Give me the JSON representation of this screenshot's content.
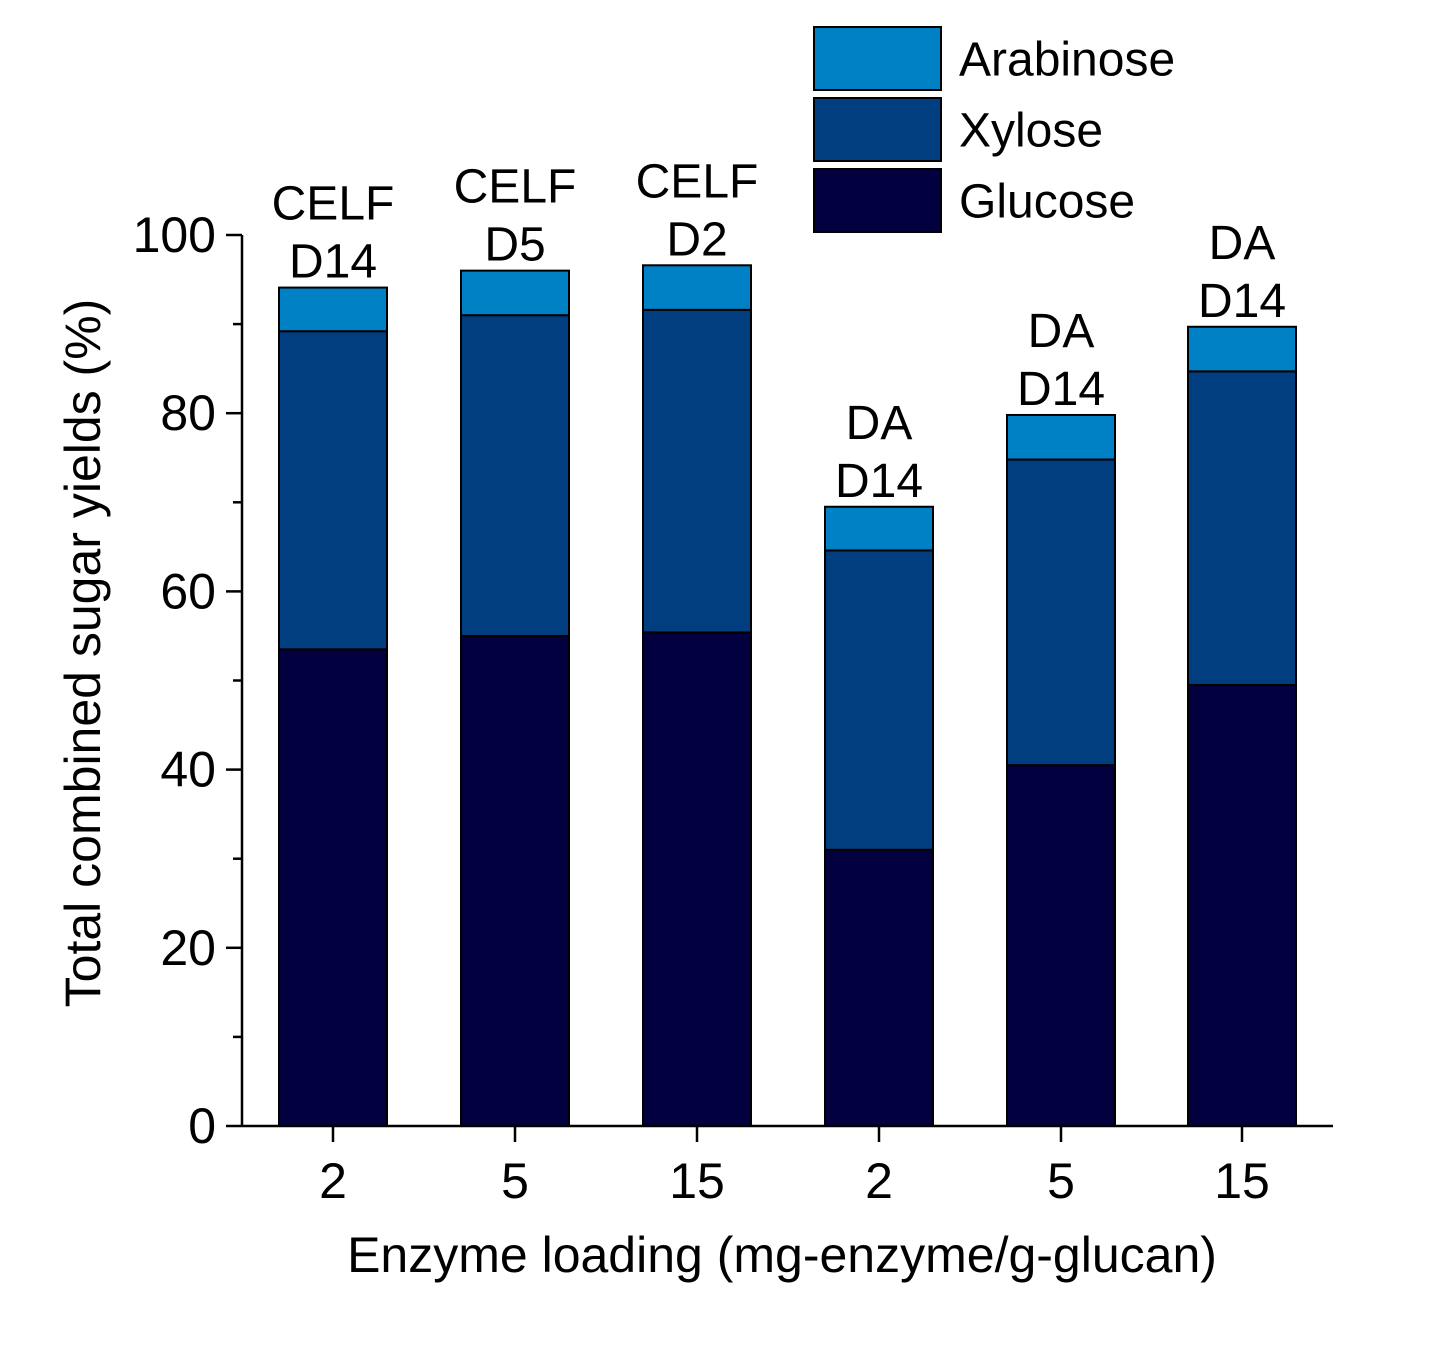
{
  "chart_data": {
    "type": "bar",
    "stacked": true,
    "categories": [
      "2",
      "5",
      "15",
      "2",
      "5",
      "15"
    ],
    "xlabel": "Enzyme loading (mg-enzyme/g-glucan)",
    "ylabel": "Total combined sugar yields (%)",
    "ylim": [
      0,
      100
    ],
    "yticks": [
      "0",
      "20",
      "40",
      "60",
      "80",
      "100"
    ],
    "grid": false,
    "legend_position": "top-right",
    "bar_annotations": [
      [
        "CELF",
        "D14"
      ],
      [
        "CELF",
        "D5"
      ],
      [
        "CELF",
        "D2"
      ],
      [
        "DA",
        "D14"
      ],
      [
        "DA",
        "D14"
      ],
      [
        "DA",
        "D14"
      ]
    ],
    "series": [
      {
        "name": "Glucose",
        "color": "#03003F",
        "values": [
          53.5,
          55.0,
          55.4,
          31.0,
          40.5,
          49.5
        ]
      },
      {
        "name": "Xylose",
        "color": "#013E7F",
        "values": [
          35.7,
          36.0,
          36.2,
          33.6,
          34.3,
          35.2
        ]
      },
      {
        "name": "Arabinose",
        "color": "#0080C5",
        "values": [
          4.9,
          5.0,
          5.0,
          4.9,
          5.0,
          5.0
        ]
      }
    ],
    "legend_order": [
      "Arabinose",
      "Xylose",
      "Glucose"
    ]
  }
}
